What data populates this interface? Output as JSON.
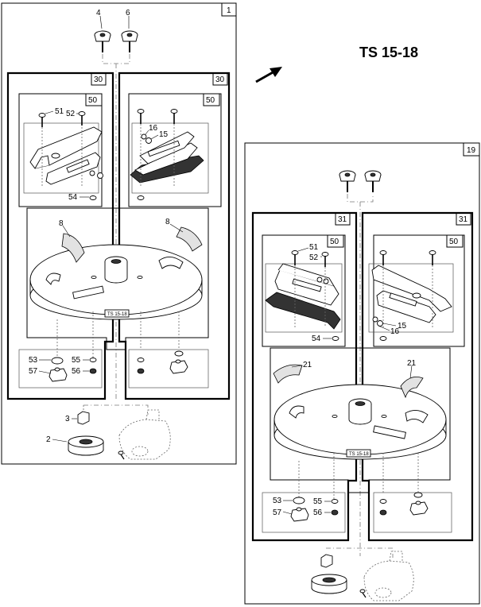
{
  "model_title": "TS 15-18",
  "disc_plate_label": "TS 15-18",
  "box_numbers": {
    "assembly_left": "1",
    "assembly_right": "19",
    "left_upper_left": "30",
    "left_upper_right": "30",
    "left_inner_left": "50",
    "left_inner_right": "50",
    "right_upper_left": "31",
    "right_upper_right": "31",
    "right_inner_left": "50",
    "right_inner_right": "50"
  },
  "part_labels": {
    "a_4": "4",
    "a_6": "6",
    "a_51": "51",
    "a_52": "52",
    "a_16": "16",
    "a_15": "15",
    "a_54": "54",
    "a_8_left": "8",
    "a_8_right": "8",
    "a_53": "53",
    "a_55": "55",
    "a_57": "57",
    "a_56": "56",
    "a_3": "3",
    "a_2": "2",
    "b_51": "51",
    "b_52": "52",
    "b_54": "54",
    "b_15": "15",
    "b_16": "16",
    "b_21_left": "21",
    "b_21_right": "21",
    "b_53": "53",
    "b_55": "55",
    "b_57": "57",
    "b_56": "56"
  },
  "colors": {
    "line": "#000000",
    "background": "#ffffff",
    "shade": "#e2e2e2"
  }
}
